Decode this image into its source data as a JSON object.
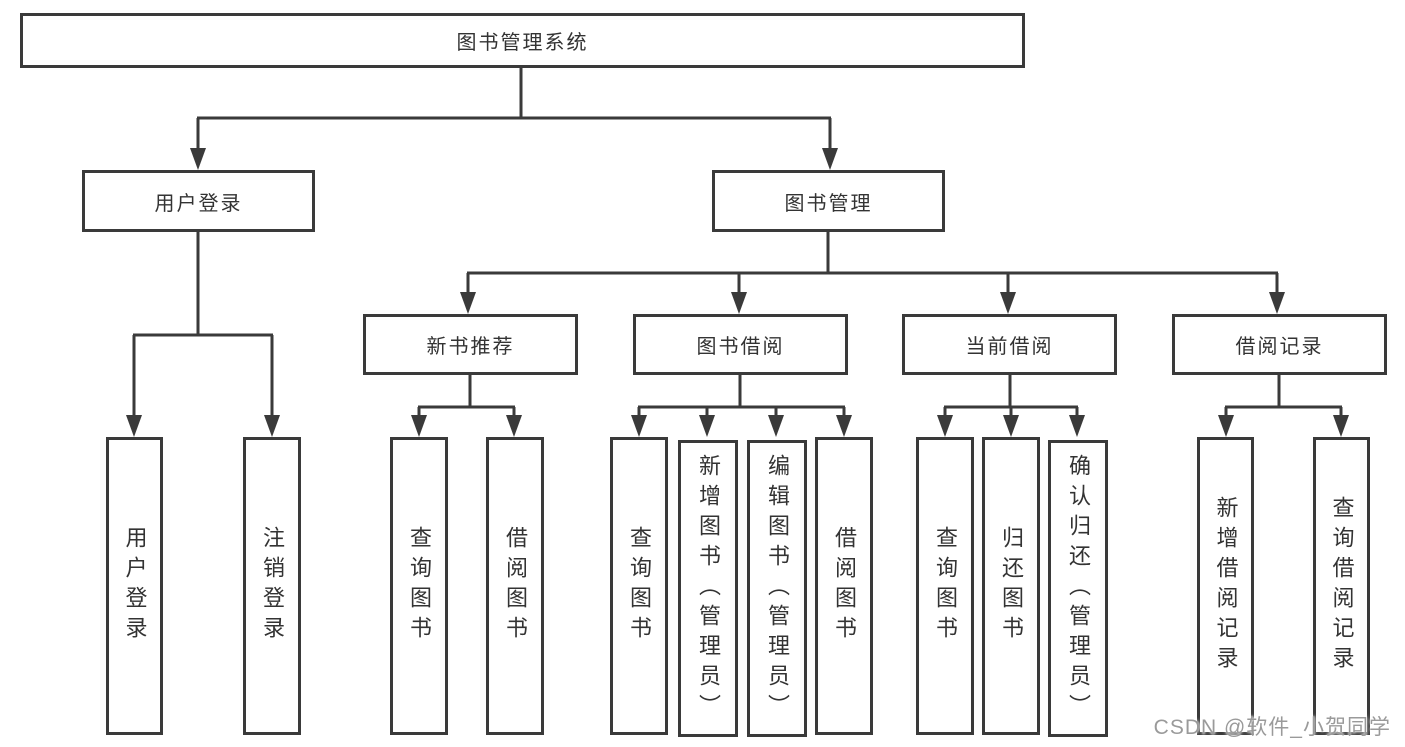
{
  "colors": {
    "line": "#3a3a3a",
    "box_border": "#3a3a3a",
    "text": "#333333",
    "background": "#ffffff",
    "watermark": "#9a9a9a"
  },
  "watermark": {
    "text": "CSDN @软件_小贺同学"
  },
  "tree": {
    "label": "图书管理系统",
    "children": [
      {
        "label": "用户登录",
        "children": [
          {
            "label": "用户登录"
          },
          {
            "label": "注销登录"
          }
        ]
      },
      {
        "label": "图书管理",
        "children": [
          {
            "label": "新书推荐",
            "children": [
              {
                "label": "查询图书"
              },
              {
                "label": "借阅图书"
              }
            ]
          },
          {
            "label": "图书借阅",
            "children": [
              {
                "label": "查询图书"
              },
              {
                "label": "新增图书（管理员）"
              },
              {
                "label": "编辑图书（管理员）"
              },
              {
                "label": "借阅图书"
              }
            ]
          },
          {
            "label": "当前借阅",
            "children": [
              {
                "label": "查询图书"
              },
              {
                "label": "归还图书"
              },
              {
                "label": "确认归还（管理员）"
              }
            ]
          },
          {
            "label": "借阅记录",
            "children": [
              {
                "label": "新增借阅记录"
              },
              {
                "label": "查询借阅记录"
              }
            ]
          }
        ]
      }
    ]
  }
}
